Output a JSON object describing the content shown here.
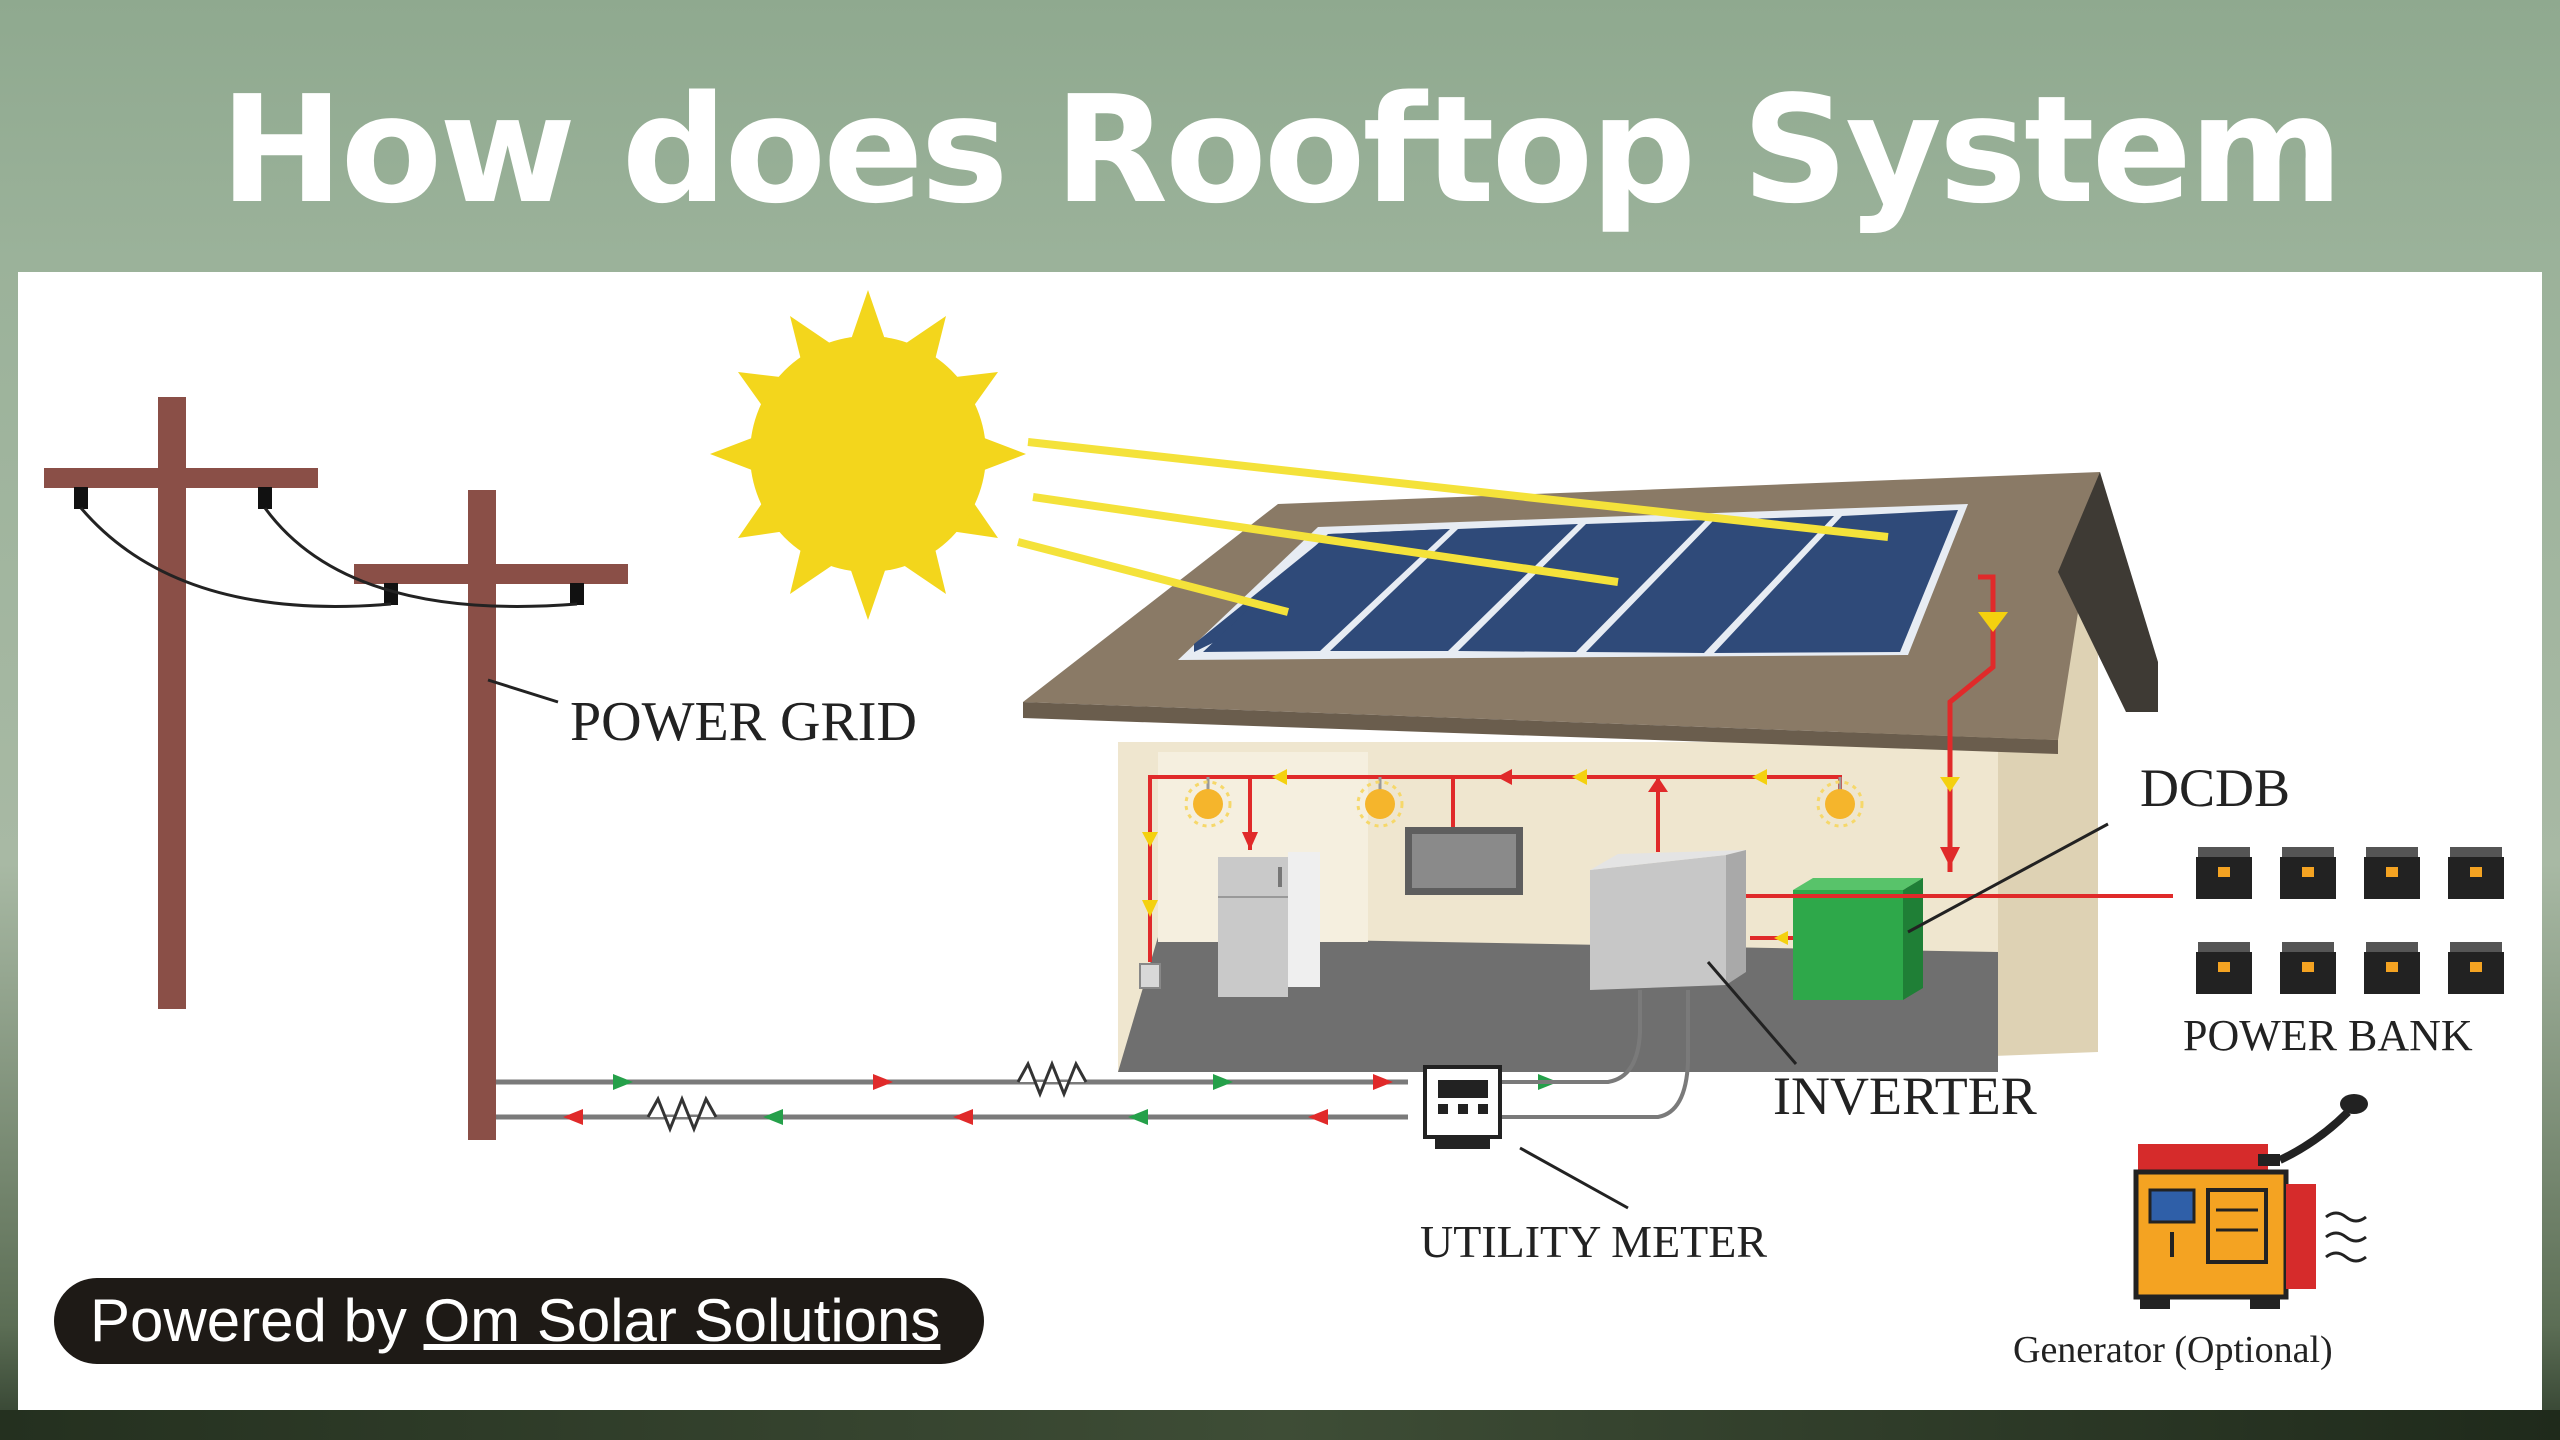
{
  "title": "How does Rooftop System Work?",
  "labels": {
    "power_grid": "POWER GRID",
    "dcdb": "DCDB",
    "power_bank": "POWER BANK",
    "inverter": "INVERTER",
    "utility_meter": "UTILITY METER",
    "generator": "Generator (Optional)"
  },
  "footer": {
    "prefix": "Powered by ",
    "company": "Om Solar Solutions"
  },
  "colors": {
    "sun": "#f3d61c",
    "sun_ray": "#f4e23a",
    "panel": "#2f4a79",
    "roof": "#8a7a66",
    "wall": "#e8dfc8",
    "pole": "#8a4f47",
    "flow_red": "#e02a2a",
    "flow_green": "#25a04a",
    "dcdb_box": "#2ea84a",
    "generator": "#f4a322",
    "badge_bg": "#1e1a16"
  },
  "icons": [
    "sun-icon",
    "solar-panel-icon",
    "utility-pole-icon",
    "bulb-icon",
    "refrigerator-icon",
    "tv-icon",
    "battery-icon",
    "generator-icon",
    "meter-icon"
  ]
}
